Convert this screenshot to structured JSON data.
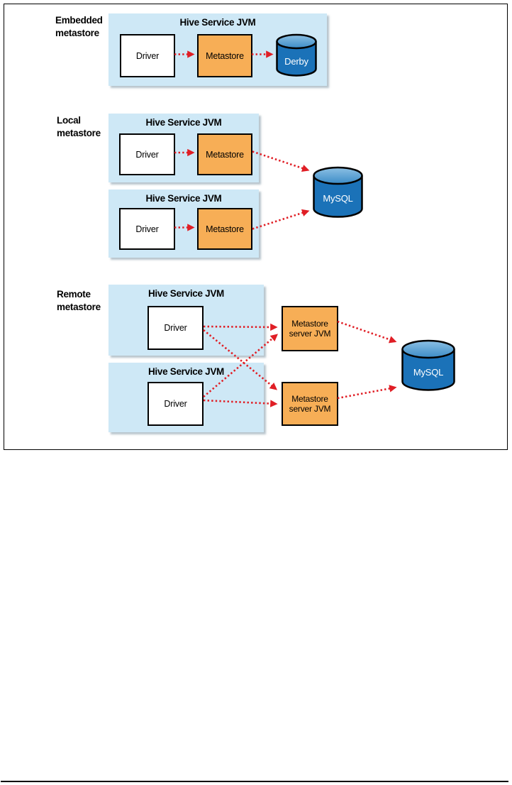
{
  "colors": {
    "jvm_box_fill": "#cee8f6",
    "process_box_fill": "#f7ae56",
    "db_body_blue": "#1b72b8",
    "db_top_blue": "#66a9da",
    "arrow_red": "#e01e25",
    "outline": "#000000"
  },
  "sections": {
    "embedded": {
      "label": "Embedded\nmetastore",
      "jvm": {
        "title": "Hive Service JVM",
        "driver": "Driver",
        "metastore": "Metastore"
      },
      "database": "Derby"
    },
    "local": {
      "label": "Local\nmetastore",
      "jvm1": {
        "title": "Hive Service JVM",
        "driver": "Driver",
        "metastore": "Metastore"
      },
      "jvm2": {
        "title": "Hive Service JVM",
        "driver": "Driver",
        "metastore": "Metastore"
      },
      "database": "MySQL"
    },
    "remote": {
      "label": "Remote\nmetastore",
      "jvm1": {
        "title": "Hive Service JVM",
        "driver": "Driver"
      },
      "jvm2": {
        "title": "Hive Service JVM",
        "driver": "Driver"
      },
      "server1": "Metastore\nserver JVM",
      "server2": "Metastore\nserver JVM",
      "database": "MySQL"
    }
  }
}
